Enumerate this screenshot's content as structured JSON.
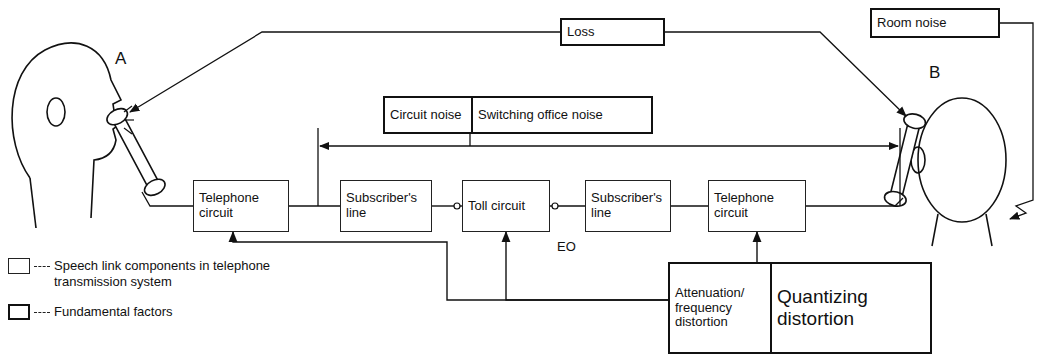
{
  "diagram": {
    "nodes": [
      {
        "text": [
          "Loss"
        ]
      },
      {
        "text": [
          "Room noise"
        ]
      },
      {
        "text": [
          "Circuit noise"
        ]
      },
      {
        "text": [
          "Switching office noise"
        ]
      },
      {
        "text": [
          "Telephone circuit"
        ]
      },
      {
        "text": [
          "Subscriber's line"
        ]
      },
      {
        "text": [
          "Toll circuit"
        ]
      },
      {
        "text": [
          "Subscriber's line"
        ]
      },
      {
        "text": [
          "Telephone circuit"
        ]
      },
      {
        "text": [
          "Attenuation/ frequency distortion"
        ]
      },
      {
        "text": [
          "Quantizing distortion"
        ]
      }
    ],
    "edges": [
      {
        "from": 4,
        "to": 5,
        "arrow": "none"
      },
      {
        "from": 5,
        "to": 6,
        "arrow": "none"
      },
      {
        "from": 6,
        "to": 7,
        "arrow": "none"
      },
      {
        "from": 7,
        "to": 8,
        "arrow": "none"
      },
      {
        "from": 9,
        "to": 4,
        "arrow": "to"
      },
      {
        "from": 9,
        "to": 6,
        "arrow": "to"
      },
      {
        "from": 9,
        "to": 8,
        "arrow": "to"
      }
    ],
    "labels": [
      "A",
      "B",
      "EO"
    ],
    "legend": [
      {
        "text": "Speech link components in telephone transmission system"
      },
      {
        "text": "Fundamental factors"
      }
    ]
  }
}
